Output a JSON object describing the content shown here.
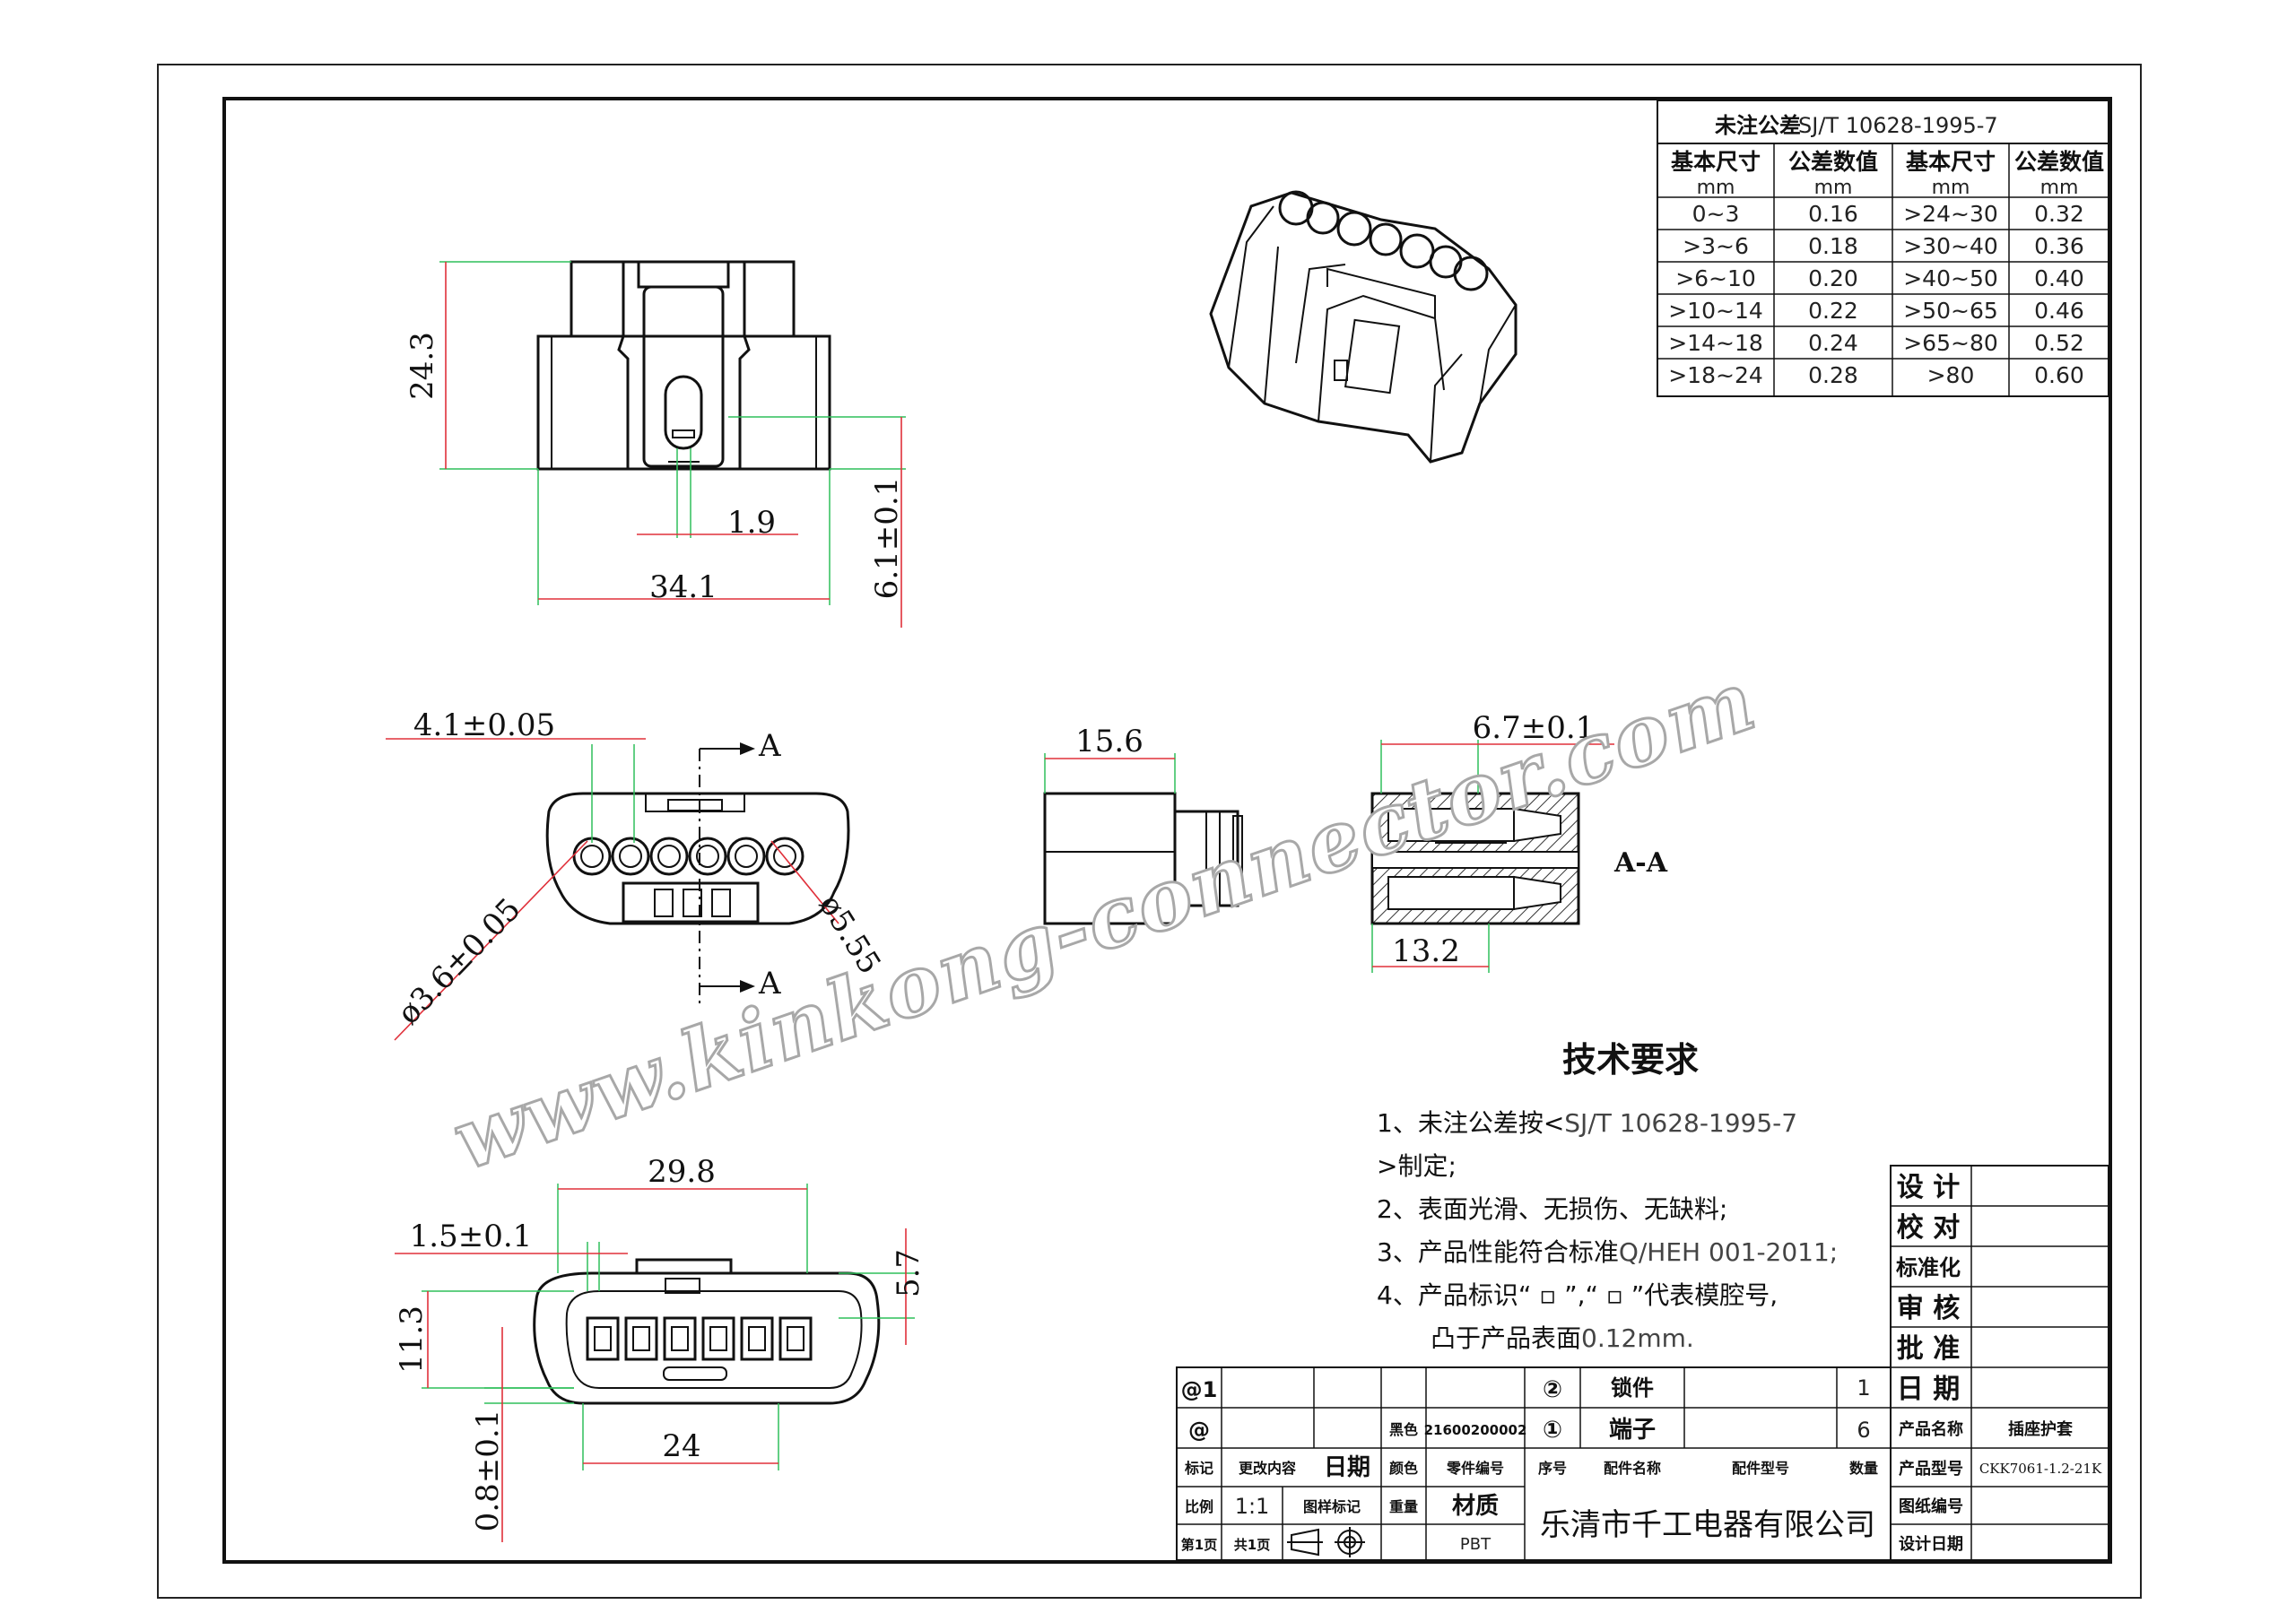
{
  "tolerance_table": {
    "title": "未注公差",
    "standard": "SJ/T 10628-1995-7",
    "headers": [
      "基本尺寸",
      "公差数值",
      "基本尺寸",
      "公差数值"
    ],
    "units": [
      "mm",
      "mm",
      "mm",
      "mm"
    ],
    "rows": [
      [
        "0~3",
        "0.16",
        ">24~30",
        "0.32"
      ],
      [
        ">3~6",
        "0.18",
        ">30~40",
        "0.36"
      ],
      [
        ">6~10",
        "0.20",
        ">40~50",
        "0.40"
      ],
      [
        ">10~14",
        "0.22",
        ">50~65",
        "0.46"
      ],
      [
        ">14~18",
        "0.24",
        ">65~80",
        "0.52"
      ],
      [
        ">18~24",
        "0.28",
        ">80",
        "0.60"
      ]
    ]
  },
  "dimensions": {
    "top_height": "24.3",
    "top_slot": "1.9",
    "top_width": "34.1",
    "top_right": "6.1±0.1",
    "front_pitch": "4.1±0.05",
    "front_hole": "ø3.6±0.05",
    "front_outer": "ø5.55",
    "side_depth": "15.6",
    "section_top": "6.7±0.1",
    "section_bottom": "13.2",
    "section_label": "A-A",
    "arrow_label_top": "A",
    "arrow_label_bottom": "A",
    "back_width": "29.8",
    "back_rib": "1.5±0.1",
    "back_right": "5.7",
    "back_height": "11.3",
    "back_inner": "24",
    "back_bottom": "0.8±0.1"
  },
  "requirements": {
    "title": "技术要求",
    "line1a": "1、未注公差按<",
    "line1b": "SJ/T 10628-1995-7",
    "line1c": ">制定;",
    "line2": "2、表面光滑、无损伤、无缺料;",
    "line3a": "3、产品性能符合标准",
    "line3b": "Q/HEH 001-2011;",
    "line4": "4、产品标识“ ▫ ”,“ ▫ ”代表模腔号,",
    "line5a": "凸于产品表面",
    "line5b": "0.12mm."
  },
  "watermark": "www.kinkong-connector.com",
  "title_block": {
    "approvals": [
      "设 计",
      "校 对",
      "标准化",
      "审 核",
      "批 准",
      "日 期"
    ],
    "rev_mark1": "@1",
    "rev_mark2": "@",
    "color_label": "黑色",
    "part_code": "21600200002",
    "bom": [
      {
        "no": "②",
        "name": "锁件",
        "qty": "1"
      },
      {
        "no": "①",
        "name": "端子",
        "qty": "6"
      }
    ],
    "hdr_mark": "标记",
    "hdr_change": "更改内容",
    "hdr_date": "日期",
    "hdr_color": "颜色",
    "hdr_partno": "零件编号",
    "hdr_seq": "序号",
    "hdr_name": "配件名称",
    "hdr_model": "配件型号",
    "hdr_qty": "数量",
    "scale_label": "比例",
    "scale": "1:1",
    "sample_label": "图样标记",
    "weight_label": "重量",
    "material_label": "材质",
    "material": "PBT",
    "page": "第1页",
    "total": "共1页",
    "company": "乐清市千工电器有限公司",
    "product_name_label": "产品名称",
    "product_name": "插座护套",
    "product_model_label": "产品型号",
    "product_model": "CKK7061-1.2-21K",
    "drawing_no_label": "图纸编号",
    "design_date_label": "设计日期"
  }
}
